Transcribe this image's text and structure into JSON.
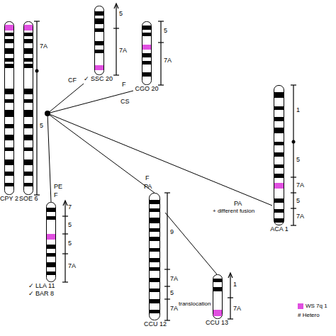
{
  "diagram": {
    "nodes": [
      {
        "text": [
          "CPY 2"
        ]
      },
      {
        "text": [
          "SOE 6"
        ]
      },
      {
        "text": [
          "✓ SSC 20"
        ]
      },
      {
        "text": [
          "CGO 20"
        ]
      },
      {
        "text": [
          "✓ LLA 11",
          "✓ BAR 8"
        ]
      },
      {
        "text": [
          "CCU 12"
        ]
      },
      {
        "text": [
          "CCU 13"
        ]
      },
      {
        "text": [
          "ACA 1"
        ]
      }
    ],
    "edges": [
      {
        "from": 5,
        "to": 6,
        "arrow": "none",
        "label": "translocation"
      }
    ],
    "labels": [
      "7A",
      "5",
      "5",
      "7A",
      "5",
      "7A",
      "CF",
      "F",
      "CS",
      "PE",
      "F",
      "7",
      "5",
      "5",
      "7A",
      "F",
      "PA",
      "9",
      "7A",
      "5",
      "7A",
      "1",
      "7A",
      "PA",
      "+ different fusion",
      "1",
      "5",
      "7A",
      "5",
      "7A"
    ],
    "legend": [
      {
        "text": "WS 7q 1",
        "color": "#e04fe0"
      },
      {
        "text": "# Hetero"
      }
    ]
  }
}
